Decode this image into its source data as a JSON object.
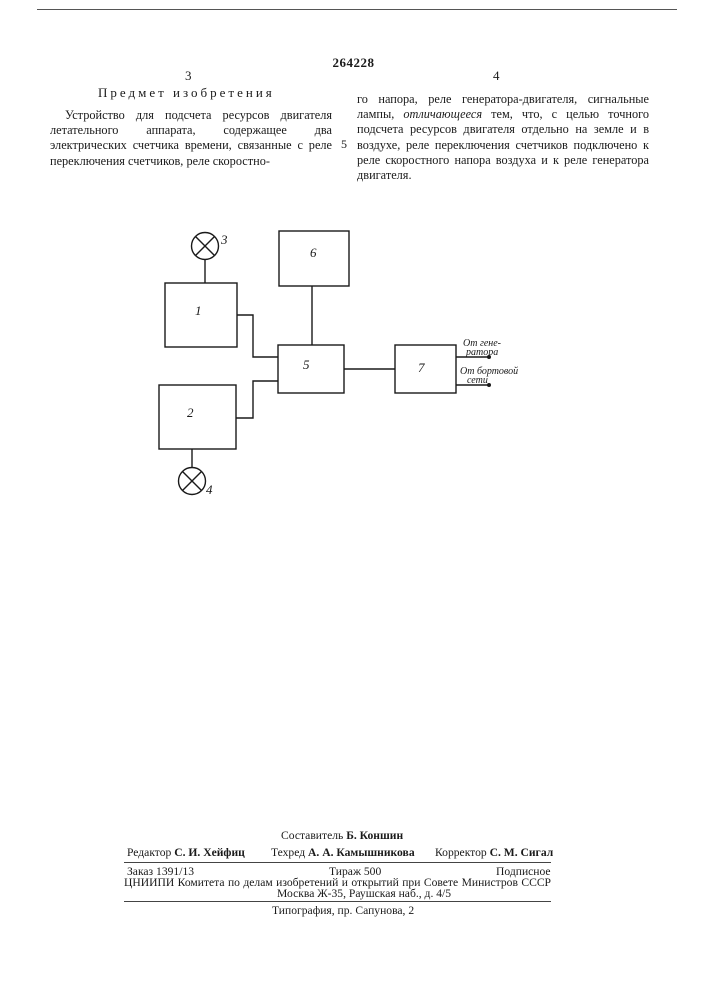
{
  "header": {
    "patent_number": "264228",
    "col_left_number": "3",
    "col_right_number": "4",
    "section_title": "Предмет изобретения",
    "line_marker": "5"
  },
  "claim": {
    "left_column": "Устройство для подсчета ресурсов двигателя летательного аппарата, содержащее два электрических счетчика времени, связанные с реле переключения счетчиков, реле скоростно-",
    "right_before": "го напора, реле генератора-двигателя, сигнальные лампы, ",
    "right_italic": "отличающееся",
    "right_after": " тем, что, с целью точного подсчета ресурсов двигателя отдельно на земле и в воздухе, реле переключения счетчиков подключено к реле скоростного напора воздуха и к реле генератора двигателя."
  },
  "diagram": {
    "labels": {
      "lamp_top": "3",
      "lamp_bottom": "4",
      "block_1": "1",
      "block_2": "2",
      "block_5": "5",
      "block_6": "6",
      "block_7": "7",
      "input_generator_line1": "От гене-",
      "input_generator_line2": "ратора",
      "input_network_line1": "От бортовой",
      "input_network_line2": "сети"
    }
  },
  "footer": {
    "compiler_label": "Составитель",
    "compiler_name": "Б. Коншин",
    "editor_label": "Редактор",
    "editor_name": "С. И. Хейфиц",
    "techred_label": "Техред",
    "techred_name": "А. А. Камышникова",
    "corrector_label": "Корректор",
    "corrector_name": "С. М. Сигал",
    "order": "Заказ 1391/13",
    "circulation": "Тираж 500",
    "subscription": "Подписное",
    "org_line": "ЦНИИПИ Комитета по делам изобретений и открытий при Совете Министров СССР",
    "address": "Москва Ж-35, Раушская наб., д. 4/5",
    "printing_house": "Типография, пр. Сапунова, 2"
  }
}
